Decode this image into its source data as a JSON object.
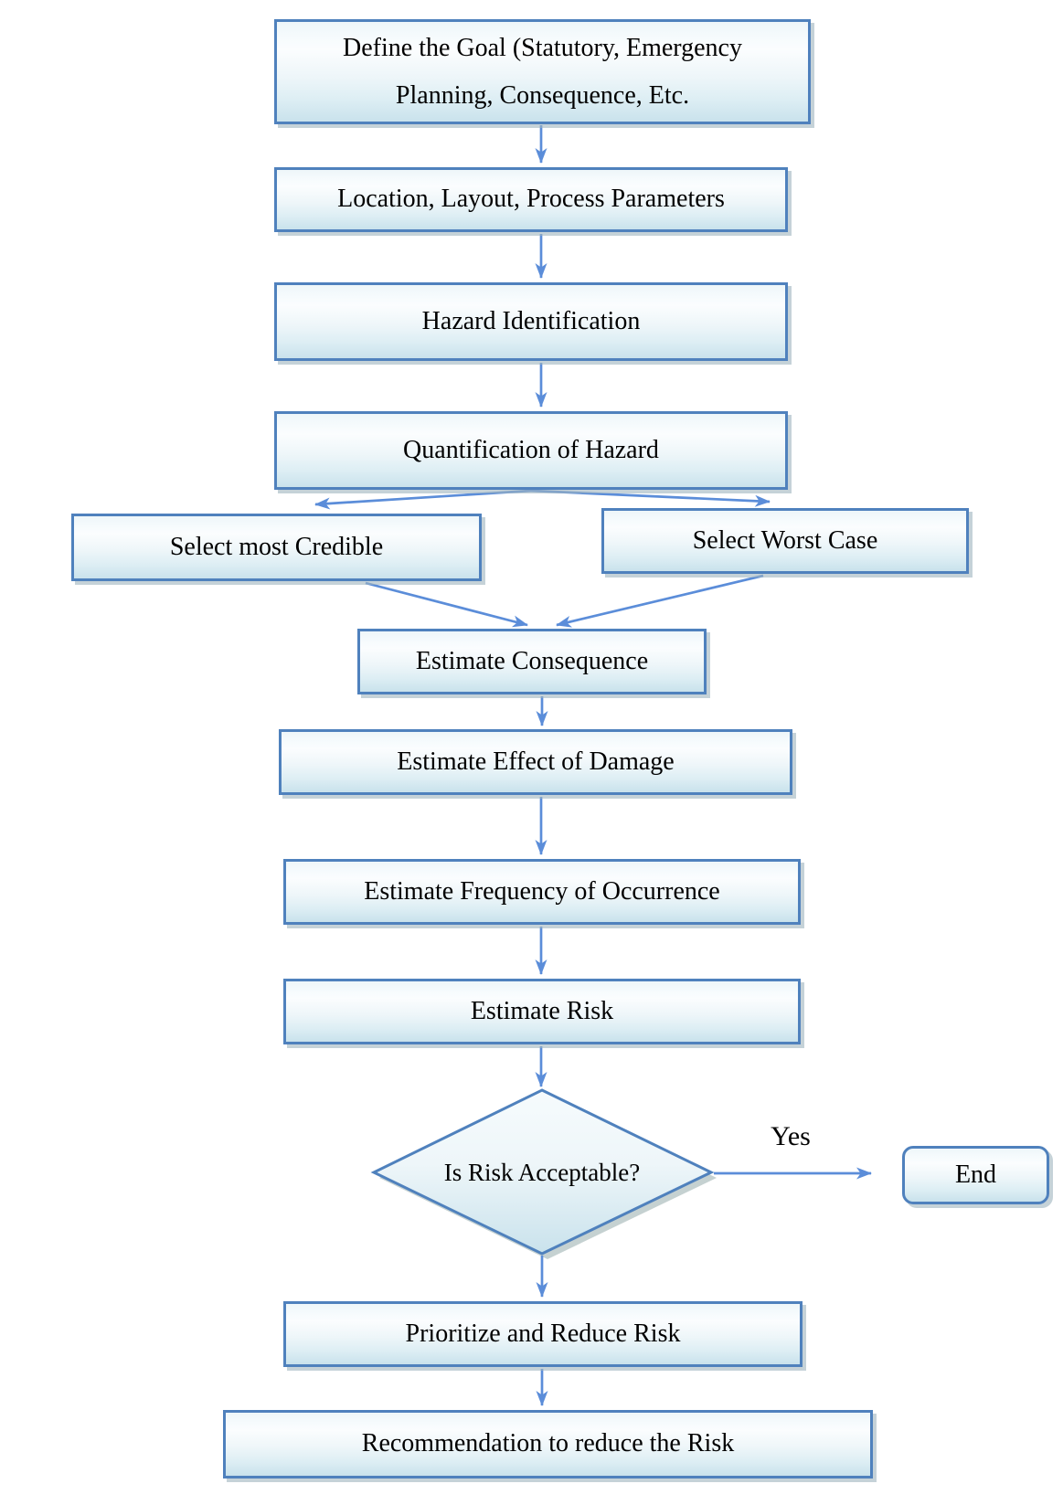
{
  "diagram": {
    "type": "flowchart",
    "nodes": {
      "define_goal": {
        "label": "Define the Goal (Statutory, Emergency Planning, Consequence, Etc.",
        "shape": "rect"
      },
      "location_layout": {
        "label": "Location, Layout, Process Parameters",
        "shape": "rect"
      },
      "hazard_identification": {
        "label": "Hazard Identification",
        "shape": "rect"
      },
      "quantification": {
        "label": "Quantification of Hazard",
        "shape": "rect"
      },
      "select_most_credible": {
        "label": "Select most Credible",
        "shape": "rect"
      },
      "select_worst_case": {
        "label": "Select Worst Case",
        "shape": "rect"
      },
      "estimate_consequence": {
        "label": "Estimate Consequence",
        "shape": "rect"
      },
      "estimate_effect": {
        "label": "Estimate Effect of Damage",
        "shape": "rect"
      },
      "estimate_frequency": {
        "label": "Estimate Frequency of Occurrence",
        "shape": "rect"
      },
      "estimate_risk": {
        "label": "Estimate Risk",
        "shape": "rect"
      },
      "is_risk_acceptable": {
        "label": "Is Risk Acceptable?",
        "shape": "diamond"
      },
      "end": {
        "label": "End",
        "shape": "rounded-rect"
      },
      "prioritize": {
        "label": "Prioritize and Reduce Risk",
        "shape": "rect"
      },
      "recommendation": {
        "label": "Recommendation to reduce the Risk",
        "shape": "rect"
      }
    },
    "edge_labels": {
      "yes": "Yes"
    },
    "edges": [
      {
        "from": "define_goal",
        "to": "location_layout"
      },
      {
        "from": "location_layout",
        "to": "hazard_identification"
      },
      {
        "from": "hazard_identification",
        "to": "quantification"
      },
      {
        "from": "quantification",
        "to": "select_most_credible"
      },
      {
        "from": "quantification",
        "to": "select_worst_case"
      },
      {
        "from": "select_most_credible",
        "to": "estimate_consequence"
      },
      {
        "from": "select_worst_case",
        "to": "estimate_consequence"
      },
      {
        "from": "estimate_consequence",
        "to": "estimate_effect"
      },
      {
        "from": "estimate_effect",
        "to": "estimate_frequency"
      },
      {
        "from": "estimate_frequency",
        "to": "estimate_risk"
      },
      {
        "from": "estimate_risk",
        "to": "is_risk_acceptable"
      },
      {
        "from": "is_risk_acceptable",
        "to": "end",
        "label": "Yes"
      },
      {
        "from": "is_risk_acceptable",
        "to": "prioritize"
      },
      {
        "from": "prioritize",
        "to": "recommendation"
      }
    ],
    "colors": {
      "box_border": "#4f81bd",
      "arrow": "#5b8dd9",
      "fill_top": "#f6fbfd",
      "fill_bottom": "#c9e2ec",
      "text": "#000000",
      "bg": "#ffffff"
    }
  }
}
